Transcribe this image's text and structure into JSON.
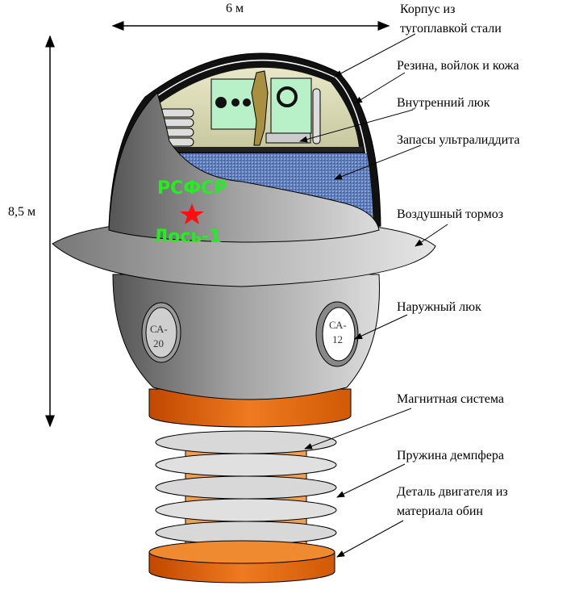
{
  "dimensions": {
    "width": "6 м",
    "height": "8,5 м"
  },
  "emblem": {
    "line1": "РСФСР",
    "line2": "Лось-1"
  },
  "portholes": [
    {
      "line1": "СА-",
      "line2": "20"
    },
    {
      "line1": "СА-",
      "line2": "12"
    }
  ],
  "labels": [
    {
      "lines": [
        "Корпус из",
        "тугоплавкой стали"
      ]
    },
    {
      "lines": [
        "Резина, войлок и кожа"
      ]
    },
    {
      "lines": [
        "Внутренний люк"
      ]
    },
    {
      "lines": [
        "Запасы ультралиддита"
      ]
    },
    {
      "lines": [
        "Воздушный тормоз"
      ]
    },
    {
      "lines": [
        "Наружный люк"
      ]
    },
    {
      "lines": [
        "Магнитная система"
      ]
    },
    {
      "lines": [
        "Пружина демпфера"
      ]
    },
    {
      "lines": [
        "Деталь двигателя из",
        "материала обин"
      ]
    }
  ],
  "colors": {
    "hull": "#8c8c8c",
    "orange": "#e8660a",
    "fuel": "#5a7ab8",
    "emblem": "#22ee22",
    "star": "#ff1010"
  }
}
